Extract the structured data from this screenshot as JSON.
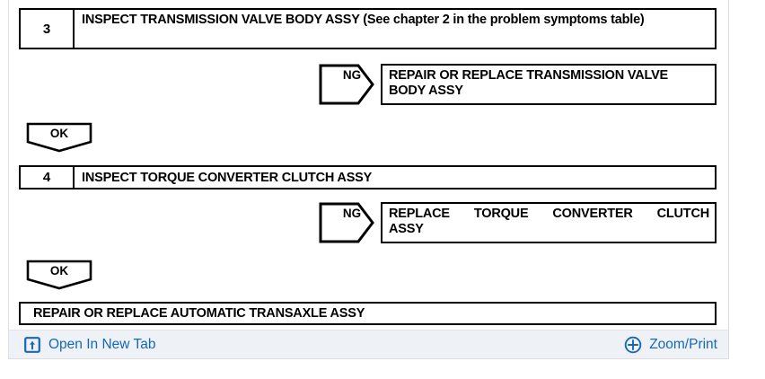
{
  "document": {
    "type": "service-manual-troubleshooting-flowchart"
  },
  "flowchart": {
    "steps": [
      {
        "number": "3",
        "title": "INSPECT TRANSMISSION VALVE BODY ASSY (See chapter 2 in the problem symptoms table)",
        "branch": {
          "tag": "NG",
          "result_line1": "REPAIR OR REPLACE TRANSMISSION VALVE",
          "result_line2": "BODY ASSY"
        },
        "pass_tag": "OK"
      },
      {
        "number": "4",
        "title": "INSPECT TORQUE CONVERTER CLUTCH ASSY",
        "branch": {
          "tag": "NG",
          "result_line1": "REPLACE TORQUE CONVERTER CLUTCH",
          "result_line2": "ASSY"
        },
        "pass_tag": "OK"
      }
    ],
    "final_action": "REPAIR OR REPLACE AUTOMATIC TRANSAXLE ASSY"
  },
  "footer": {
    "open_in_new_tab": {
      "label": "Open In New Tab",
      "icon": "open-in-new-tab-icon"
    },
    "zoom_print": {
      "label": "Zoom/Print",
      "icon": "zoom-in-plus-circle-icon"
    },
    "link_color": "#1667b8",
    "background_color": "#eef2f7"
  }
}
